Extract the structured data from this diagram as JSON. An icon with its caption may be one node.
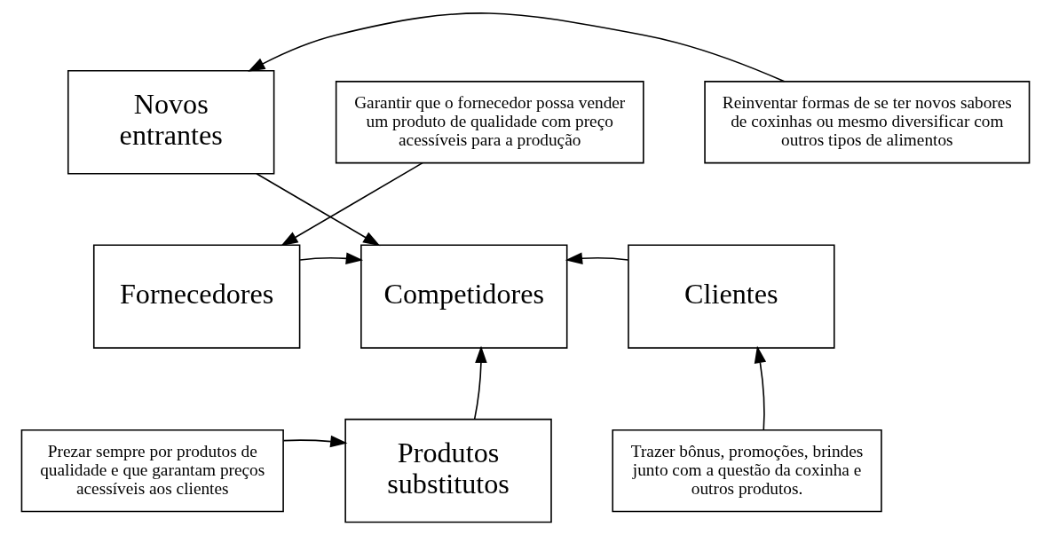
{
  "diagram": {
    "nodes": [
      {
        "text": [
          "Novos entrantes"
        ]
      },
      {
        "text": [
          "Garantir que o fornecedor possa vender um produto de qualidade com preço acessíveis para a produção"
        ]
      },
      {
        "text": [
          "Reinventar formas de se ter novos sabores de coxinhas ou mesmo diversificar com outros tipos de alimentos"
        ]
      },
      {
        "text": [
          "Fornecedores"
        ]
      },
      {
        "text": [
          "Competidores"
        ]
      },
      {
        "text": [
          "Clientes"
        ]
      },
      {
        "text": [
          "Prezar sempre por produtos de qualidade e que garantam preços acessíveis aos clientes"
        ]
      },
      {
        "text": [
          "Produtos substitutos"
        ]
      },
      {
        "text": [
          "Trazer bônus, promoções, brindes junto com a questão da coxinha e outros produtos."
        ]
      }
    ],
    "edges": [
      {
        "from": 0,
        "to": 4,
        "arrow": "to"
      },
      {
        "from": 2,
        "to": 0,
        "arrow": "to"
      },
      {
        "from": 1,
        "to": 3,
        "arrow": "to"
      },
      {
        "from": 3,
        "to": 4,
        "arrow": "to"
      },
      {
        "from": 5,
        "to": 4,
        "arrow": "to"
      },
      {
        "from": 7,
        "to": 4,
        "arrow": "to"
      },
      {
        "from": 6,
        "to": 7,
        "arrow": "to"
      },
      {
        "from": 8,
        "to": 5,
        "arrow": "to"
      }
    ]
  }
}
